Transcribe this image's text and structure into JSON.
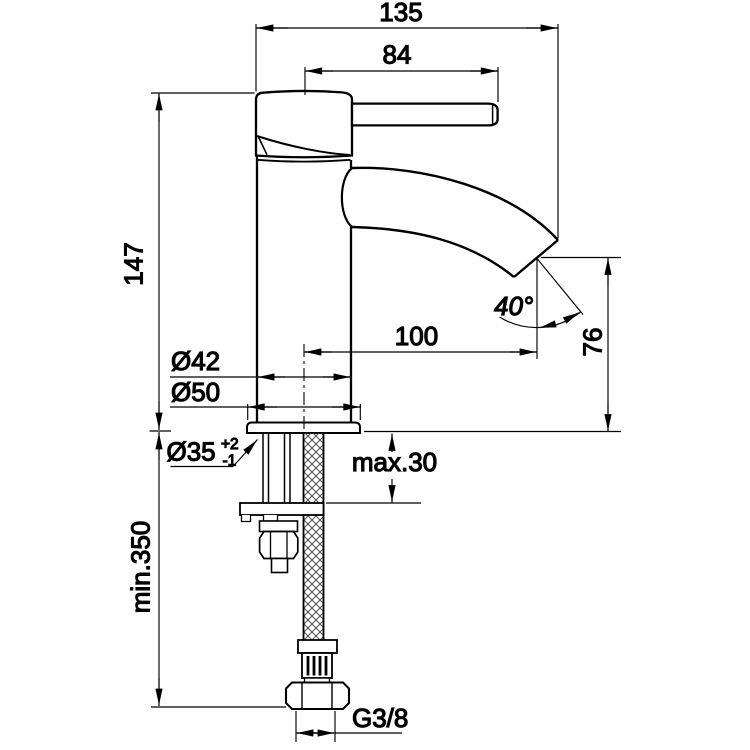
{
  "drawing": {
    "product": "single-lever basin mixer dimensional side view",
    "background_color": "#ffffff",
    "line_color": "#000000",
    "dimensions": {
      "total_width": "135",
      "handle_length": "84",
      "body_height": "147",
      "spout_reach": "100",
      "spout_angle": "40°",
      "outlet_height": "76",
      "body_diameter": "Ø42",
      "base_diameter": "Ø50",
      "hole_diameter": "Ø35",
      "hole_tolerance_plus": "+2",
      "hole_tolerance_minus": "-1",
      "max_deck_thickness": "max.30",
      "min_hose_length": "min.350",
      "connection_thread": "G3/8"
    }
  }
}
